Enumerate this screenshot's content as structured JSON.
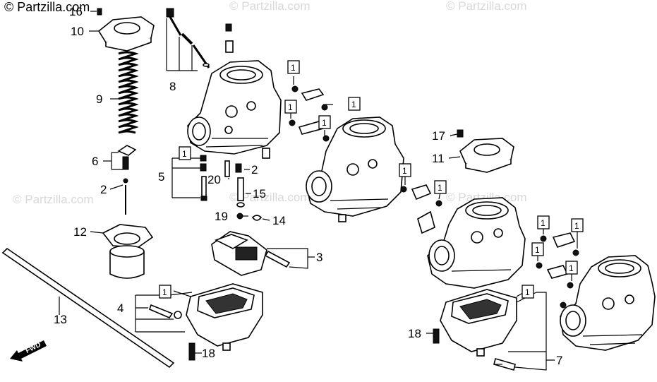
{
  "watermarks": {
    "main": "© Partzilla.com",
    "repeat": "© Partzilla.com"
  },
  "callouts": {
    "c1": "1",
    "c2": "2",
    "c3": "3",
    "c4": "4",
    "c5": "5",
    "c6": "6",
    "c7": "7",
    "c8": "8",
    "c9": "9",
    "c10": "10",
    "c11": "11",
    "c12": "12",
    "c13": "13",
    "c14": "14",
    "c15": "15",
    "c16": "16",
    "c17": "17",
    "c18": "18",
    "c19": "19",
    "c20": "20"
  },
  "fwd_label": "FWD"
}
